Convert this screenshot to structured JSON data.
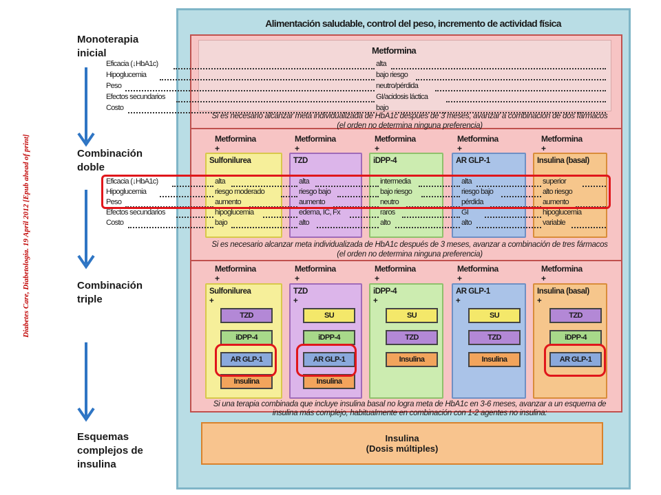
{
  "side": {
    "monoterapia": [
      "Monoterapia",
      "inicial"
    ],
    "doble": [
      "Combinación",
      "doble"
    ],
    "triple": [
      "Combinación",
      "triple"
    ],
    "complejos": [
      "Esquemas",
      "complejos de",
      "insulina"
    ],
    "citation": "Diabetes Care, Diabetologia.  19 April 2012 [Epub ahead of print]"
  },
  "header": "Alimentación saludable, control del peso, incremento de actividad física",
  "mono": {
    "title": "Metformina",
    "rows": [
      {
        "label": "Eficacia (↓HbA1c)",
        "value": "alta"
      },
      {
        "label": "Hipoglucemia",
        "value": "bajo riesgo"
      },
      {
        "label": "Peso",
        "value": "neutro/pérdida"
      },
      {
        "label": "Efectos secundarios",
        "value": "GI/acidosis láctica"
      },
      {
        "label": "Costo",
        "value": "bajo"
      }
    ],
    "note1": "Si es necesario alcanzar meta individualizada de HbA1c después de 3 meses, avanzar a combinación de dos fármacos",
    "note2": "(el orden no determina ninguna preferencia)"
  },
  "doble": {
    "prefix": [
      "Metformina",
      "+"
    ],
    "columns": [
      "Sulfonilurea",
      "TZD",
      "iDPP-4",
      "AR GLP-1",
      "Insulina (basal)"
    ],
    "row_labels": [
      "Eficacia (↓HbA1c)",
      "Hipoglucemia",
      "Peso",
      "Efectos secundarios",
      "Costo"
    ],
    "values": [
      [
        "alta",
        "riesgo moderado",
        "aumento",
        "hipoglucemia",
        "bajo"
      ],
      [
        "alta",
        "riesgo bajo",
        "aumento",
        "edema, IC, Fx",
        "alto"
      ],
      [
        "intermedia",
        "bajo riesgo",
        "neutro",
        "raros",
        "alto"
      ],
      [
        "alta",
        "riesgo bajo",
        "pérdida",
        "GI",
        "alto"
      ],
      [
        "superior",
        "alto riesgo",
        "aumento",
        "hipoglucemia",
        "variable"
      ]
    ],
    "note1": "Si es necesario alcanzar meta individualizada de HbA1c después de 3 meses, avanzar a combinación de tres fármacos",
    "note2": "(el orden no determina ninguna preferencia)"
  },
  "triple": {
    "prefix": [
      "Metformina",
      "+"
    ],
    "columns": [
      {
        "name": "Sulfonilurea",
        "plus": "+",
        "drugs": [
          "TZD",
          "iDPP-4",
          "AR GLP-1",
          "Insulina"
        ]
      },
      {
        "name": "TZD",
        "plus": "+",
        "drugs": [
          "SU",
          "iDPP-4",
          "AR GLP-1",
          "Insulina"
        ]
      },
      {
        "name": "iDPP-4",
        "plus": "+",
        "drugs": [
          "SU",
          "TZD",
          "Insulina"
        ]
      },
      {
        "name": "AR GLP-1",
        "plus": "+",
        "drugs": [
          "SU",
          "TZD",
          "Insulina"
        ]
      },
      {
        "name": "Insulina (basal)",
        "plus": "+",
        "drugs": [
          "TZD",
          "iDPP-4",
          "AR GLP-1"
        ]
      }
    ],
    "note": "Si una terapia combinada que incluye insulina basal no logra meta de HbA1c en 3-6 meses, avanzar a un esquema de insulina más complejo, habitualmente en combinación con 1-2 agentes no insulina:"
  },
  "final": {
    "line1": "Insulina",
    "line2": "(Dosis múltiples)"
  },
  "colors": {
    "outer": "#b9dde5",
    "pink": "#f7c4c4",
    "red": "#e0161b",
    "arrow": "#2e75c4"
  }
}
